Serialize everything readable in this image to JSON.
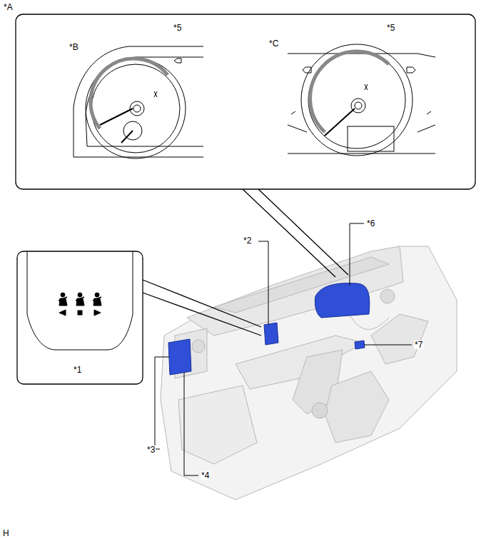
{
  "diagram": {
    "labels": [
      "*A",
      "*B",
      "*5",
      "*C",
      "*5",
      "*2",
      "*6",
      "*7",
      "*1",
      "*3",
      "*4",
      "H"
    ]
  }
}
